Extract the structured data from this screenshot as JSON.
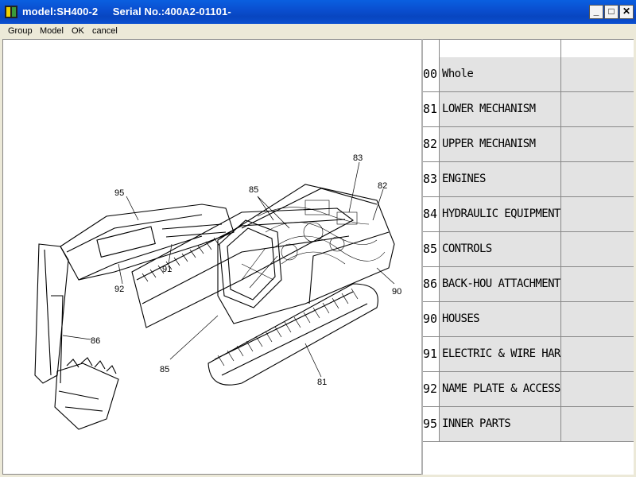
{
  "window": {
    "title": "model:SH400-2     Serial No.:400A2-01101-",
    "controls": [
      "_",
      "□",
      "✕"
    ]
  },
  "menu": [
    "Group",
    "Model",
    "OK",
    "cancel"
  ],
  "drawing": {
    "callouts": [
      "83",
      "82",
      "85",
      "95",
      "91",
      "92",
      "90",
      "86",
      "85",
      "81"
    ]
  },
  "groups": [
    {
      "code": "00",
      "name": "Whole"
    },
    {
      "code": "81",
      "name": "LOWER MECHANISM"
    },
    {
      "code": "82",
      "name": "UPPER MECHANISM"
    },
    {
      "code": "83",
      "name": "ENGINES"
    },
    {
      "code": "84",
      "name": "HYDRAULIC EQUIPMENT"
    },
    {
      "code": "85",
      "name": "CONTROLS"
    },
    {
      "code": "86",
      "name": "BACK-HOU ATTACHMENT"
    },
    {
      "code": "90",
      "name": "HOUSES"
    },
    {
      "code": "91",
      "name": "ELECTRIC & WIRE HARNESS"
    },
    {
      "code": "92",
      "name": "NAME PLATE & ACCESSORIES"
    },
    {
      "code": "95",
      "name": "INNER PARTS"
    }
  ]
}
